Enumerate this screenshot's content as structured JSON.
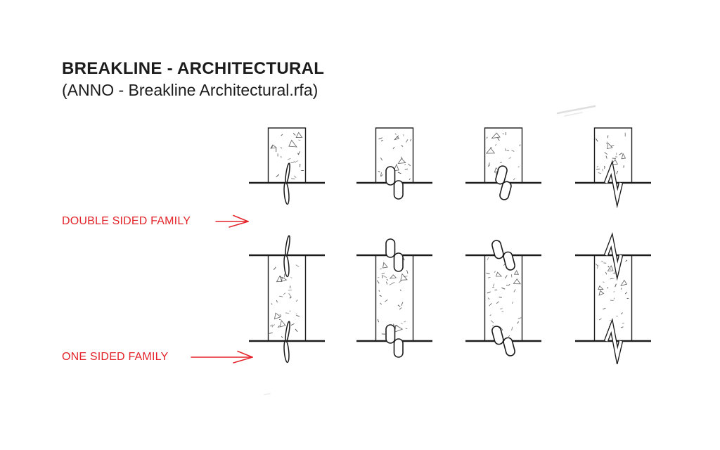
{
  "header": {
    "title": "BREAKLINE - ARCHITECTURAL",
    "subtitle": "(ANNO - Breakline Architectural.rfa)"
  },
  "colors": {
    "background": "#ffffff",
    "ink": "#1c1c1c",
    "label_red": "#e3242a",
    "stipple": "#3d3d3d",
    "faint_artifact": "#d9d9d9"
  },
  "diagram": {
    "rows": [
      {
        "id": "double-sided",
        "label": "DOUBLE SIDED FAMILY",
        "breaklines": [
          "bottom"
        ],
        "symbols": [
          {
            "jag": "curl"
          },
          {
            "jag": "step",
            "slant": 0
          },
          {
            "jag": "step",
            "slant": 15
          },
          {
            "jag": "sharp"
          }
        ]
      },
      {
        "id": "one-sided",
        "label": "ONE SIDED FAMILY",
        "breaklines": [
          "top",
          "bottom"
        ],
        "symbols": [
          {
            "jag": "curl"
          },
          {
            "jag": "step",
            "slant": 0
          },
          {
            "jag": "step",
            "slant": -15
          },
          {
            "jag": "sharp"
          }
        ]
      }
    ]
  }
}
